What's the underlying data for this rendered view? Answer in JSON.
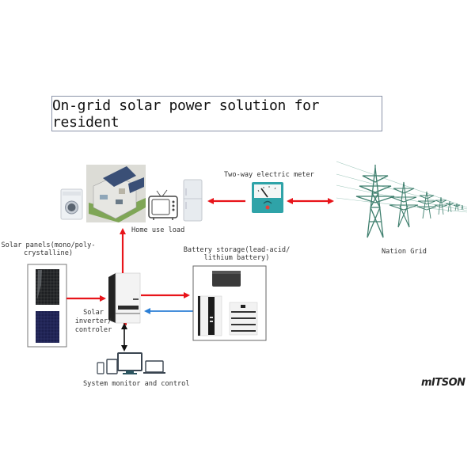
{
  "title": "On-grid solar power solution for resident",
  "labels": {
    "home_load": "Home use load",
    "meter": "Two-way electric meter",
    "grid": "Nation Grid",
    "solar_panels_line1": "Solar panels(mono/poly-",
    "solar_panels_line2": "crystalline)",
    "inverter_line1": "Solar",
    "inverter_line2": "inverter/",
    "inverter_line3": "controler",
    "battery_line1": "Battery storage(lead-acid/",
    "battery_line2": "lithium battery)",
    "monitor": "System monitor and control"
  },
  "logo": "mITSON",
  "colors": {
    "arrow_red": "#e8141a",
    "arrow_blue": "#2b7fd6",
    "arrow_black": "#111111",
    "meter_teal": "#2fa3a8",
    "tower_green": "#3f7f6e"
  },
  "icons": {
    "washer": "washing-machine-icon",
    "house": "solar-house-icon",
    "tv": "tv-icon",
    "fridge": "fridge-icon",
    "meter": "electric-meter-icon",
    "towers": "transmission-tower-icon",
    "panels": "solar-panel-icon",
    "inverter": "inverter-icon",
    "battery": "battery-icon",
    "devices": "devices-icon"
  }
}
